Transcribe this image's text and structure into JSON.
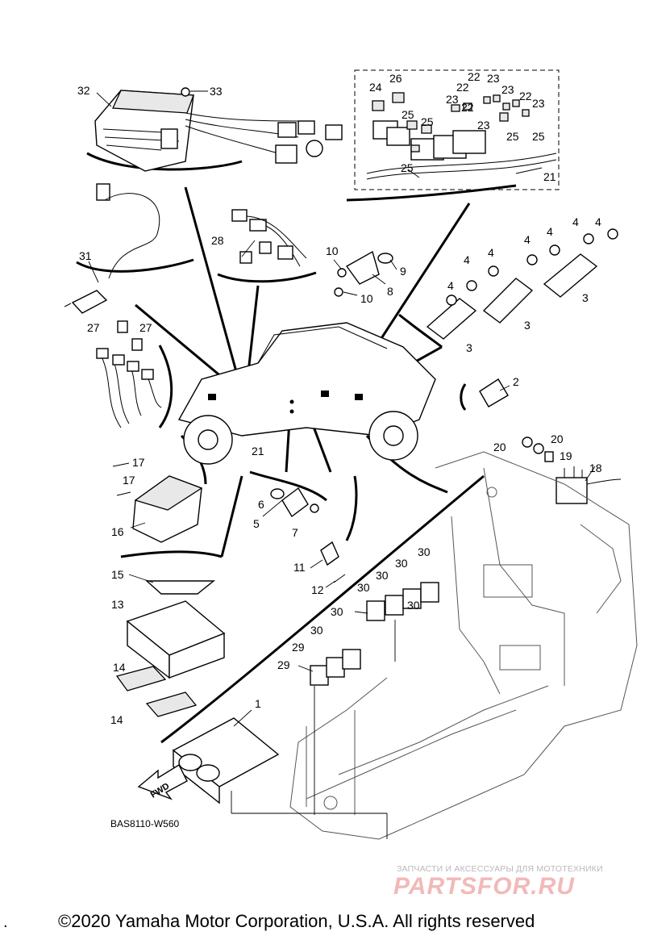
{
  "diagram": {
    "code": "BAS8110-W560",
    "fwd_label": "FWD",
    "callouts": {
      "c1": "1",
      "c2": "2",
      "c3a": "3",
      "c3b": "3",
      "c3c": "3",
      "c4a": "4",
      "c4b": "4",
      "c4c": "4",
      "c4d": "4",
      "c4e": "4",
      "c4f": "4",
      "c4g": "4",
      "c5": "5",
      "c6": "6",
      "c7": "7",
      "c8": "8",
      "c9": "9",
      "c10a": "10",
      "c10b": "10",
      "c11": "11",
      "c12": "12",
      "c13": "13",
      "c14a": "14",
      "c14b": "14",
      "c15": "15",
      "c16": "16",
      "c17a": "17",
      "c17b": "17",
      "c18": "18",
      "c19": "19",
      "c20a": "20",
      "c20b": "20",
      "c21a": "21",
      "c21b": "21",
      "c22a": "22",
      "c22b": "22",
      "c22c": "22",
      "c22d": "22",
      "c23a": "23",
      "c23b": "23",
      "c23c": "23",
      "c23d": "23",
      "c23e": "23",
      "c24": "24",
      "c25a": "25",
      "c25b": "25",
      "c25c": "25",
      "c25d": "25",
      "c25e": "25",
      "c26": "26",
      "c27a": "27",
      "c27b": "27",
      "c28": "28",
      "c29a": "29",
      "c29b": "29",
      "c30a": "30",
      "c30b": "30",
      "c30c": "30",
      "c30d": "30",
      "c30e": "30",
      "c30f": "30",
      "c30g": "30",
      "c31": "31",
      "c32": "32",
      "c33": "33"
    }
  },
  "watermark": {
    "tagline": "ЗАПЧАСТИ И АКСЕССУАРЫ ДЛЯ МОТОТЕХНИКИ",
    "brand": "PARTSFOR.RU"
  },
  "footer": {
    "left_mark": ".",
    "copyright": "©2020 Yamaha Motor Corporation, U.S.A. All rights reserved"
  }
}
